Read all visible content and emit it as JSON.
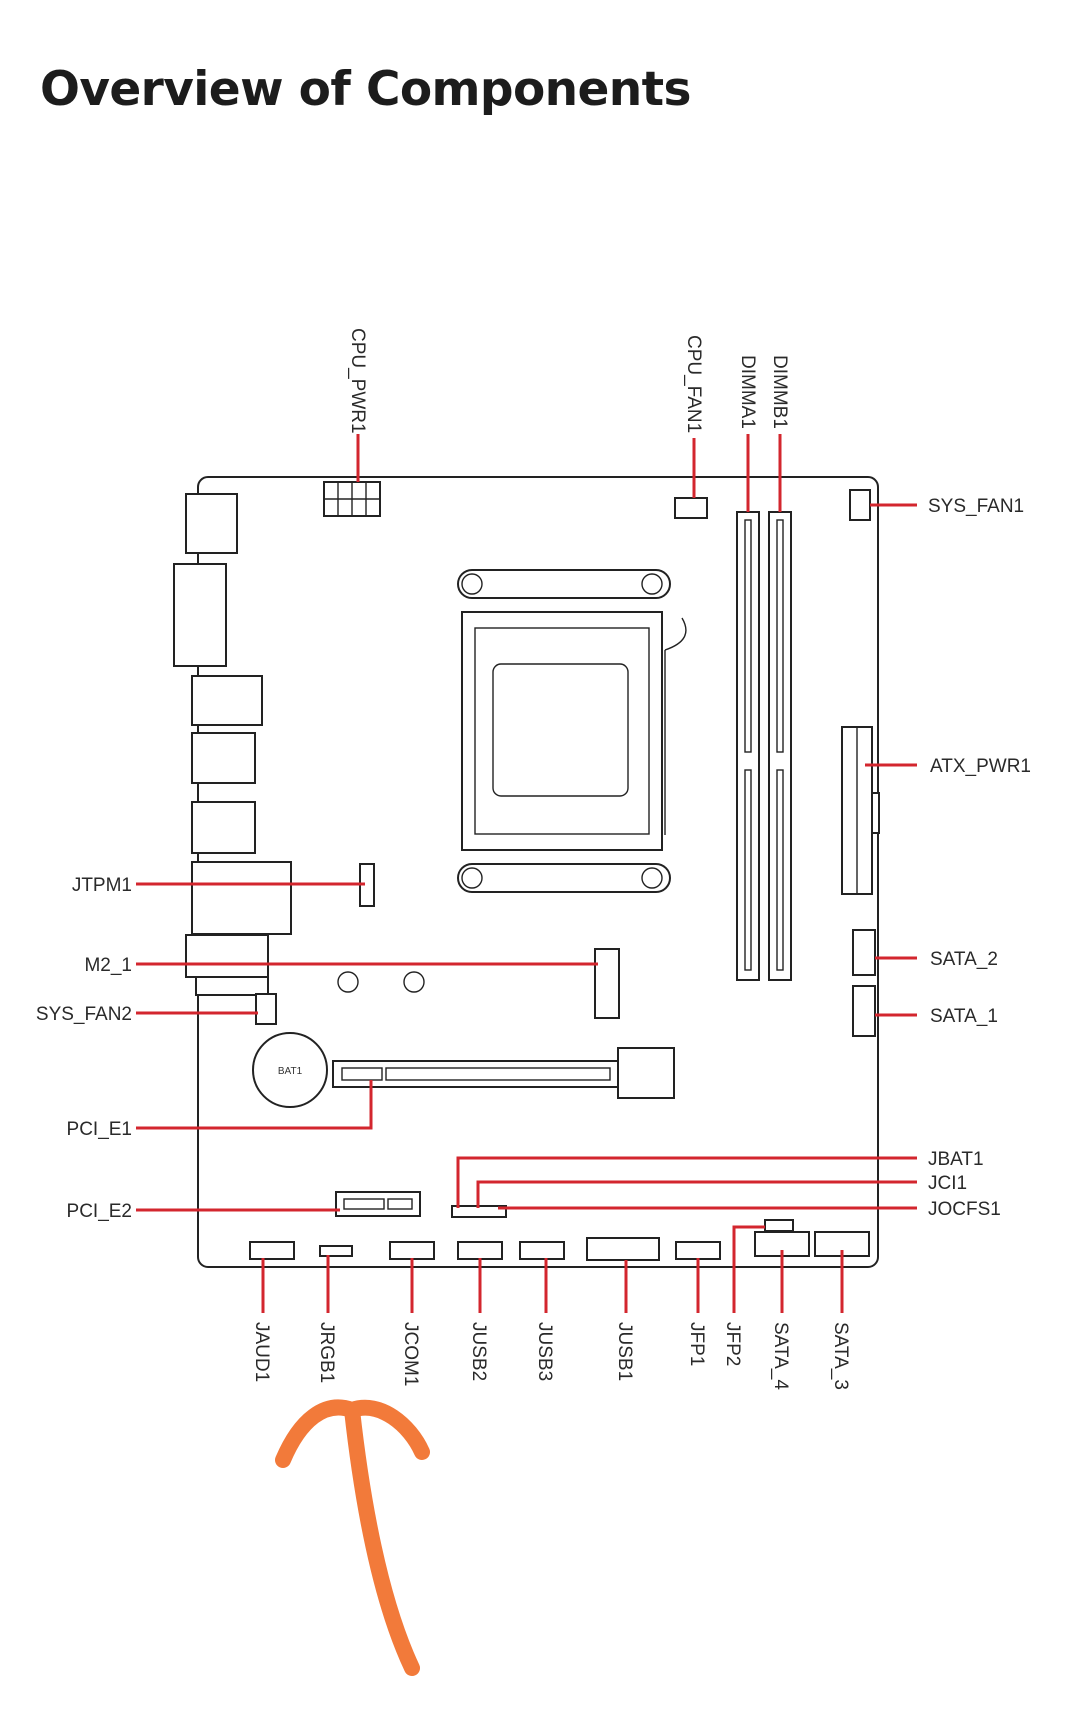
{
  "page": {
    "title": "Overview of Components"
  },
  "diagram": {
    "battery_label": "BAT1",
    "labels": {
      "cpu_pwr1": "CPU_PWR1",
      "cpu_fan1": "CPU_FAN1",
      "dimma1": "DIMMA1",
      "dimmb1": "DIMMB1",
      "sys_fan1": "SYS_FAN1",
      "atx_pwr1": "ATX_PWR1",
      "jtpm1": "JTPM1",
      "m2_1": "M2_1",
      "sys_fan2": "SYS_FAN2",
      "sata_2": "SATA_2",
      "sata_1": "SATA_1",
      "pci_e1": "PCI_E1",
      "jbat1": "JBAT1",
      "jci1": "JCI1",
      "jocfs1": "JOCFS1",
      "pci_e2": "PCI_E2",
      "jaud1": "JAUD1",
      "jrgb1": "JRGB1",
      "jcom1": "JCOM1",
      "jusb2": "JUSB2",
      "jusb3": "JUSB3",
      "jusb1": "JUSB1",
      "jfp1": "JFP1",
      "jfp2": "JFP2",
      "sata_4": "SATA_4",
      "sata_3": "SATA_3"
    },
    "colors": {
      "leader": "#d3262e",
      "outline": "#222222",
      "annotation_arrow": "#f27a3a"
    }
  }
}
